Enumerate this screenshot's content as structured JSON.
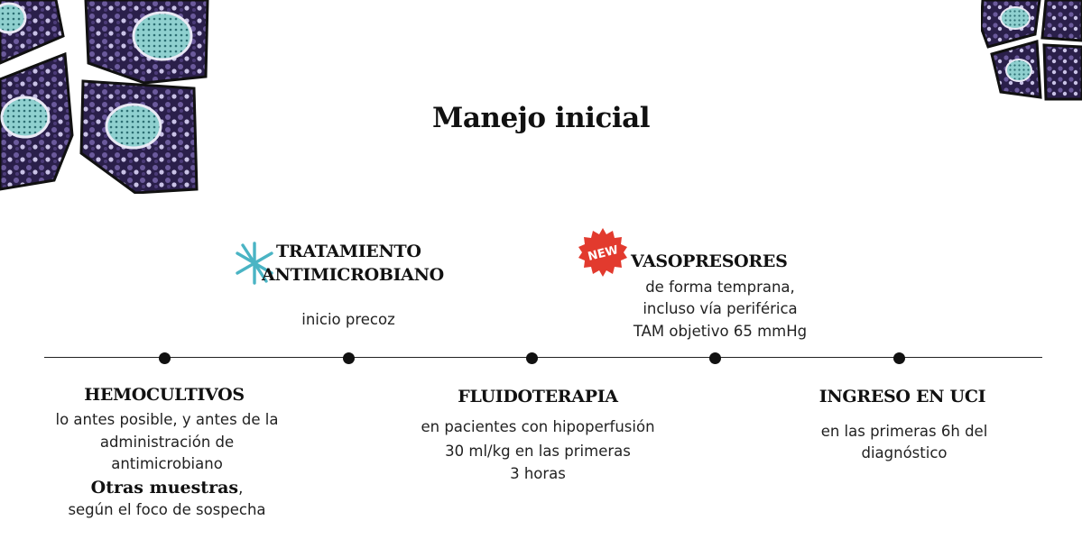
{
  "slide": {
    "title": "Manejo inicial"
  },
  "colors": {
    "accent_teal": "#4ab4c4",
    "badge_red": "#e23a2e",
    "cell_purple": "#3c2a5e"
  },
  "timeline": {
    "upper": {
      "antimicrobiano": {
        "icon": "asterisk-icon",
        "heading_line1": "TRATAMIENTO",
        "heading_line2": "ANTIMICROBIANO",
        "text": "inicio precoz"
      },
      "vasopresores": {
        "badge": "NEW",
        "heading": "VASOPRESORES",
        "line1": "de forma temprana,",
        "line2": "incluso vía periférica",
        "line3": "TAM objetivo 65 mmHg"
      }
    },
    "lower": {
      "hemocultivos": {
        "heading": "HEMOCULTIVOS",
        "line1": "lo antes posible, y antes de la",
        "line2": "administración de",
        "line3": "antimicrobiano",
        "sub_heading": "Otras muestras",
        "sub_heading_suffix": ",",
        "line4": "según el foco de sospecha"
      },
      "fluidoterapia": {
        "heading": "FLUIDOTERAPIA",
        "line1": "en pacientes con hipoperfusión",
        "line2": "30 ml/kg en las primeras",
        "line3": "3 horas"
      },
      "uci": {
        "heading": "INGRESO EN UCI",
        "line1": "en las primeras 6h del",
        "line2": "diagnóstico"
      }
    }
  }
}
